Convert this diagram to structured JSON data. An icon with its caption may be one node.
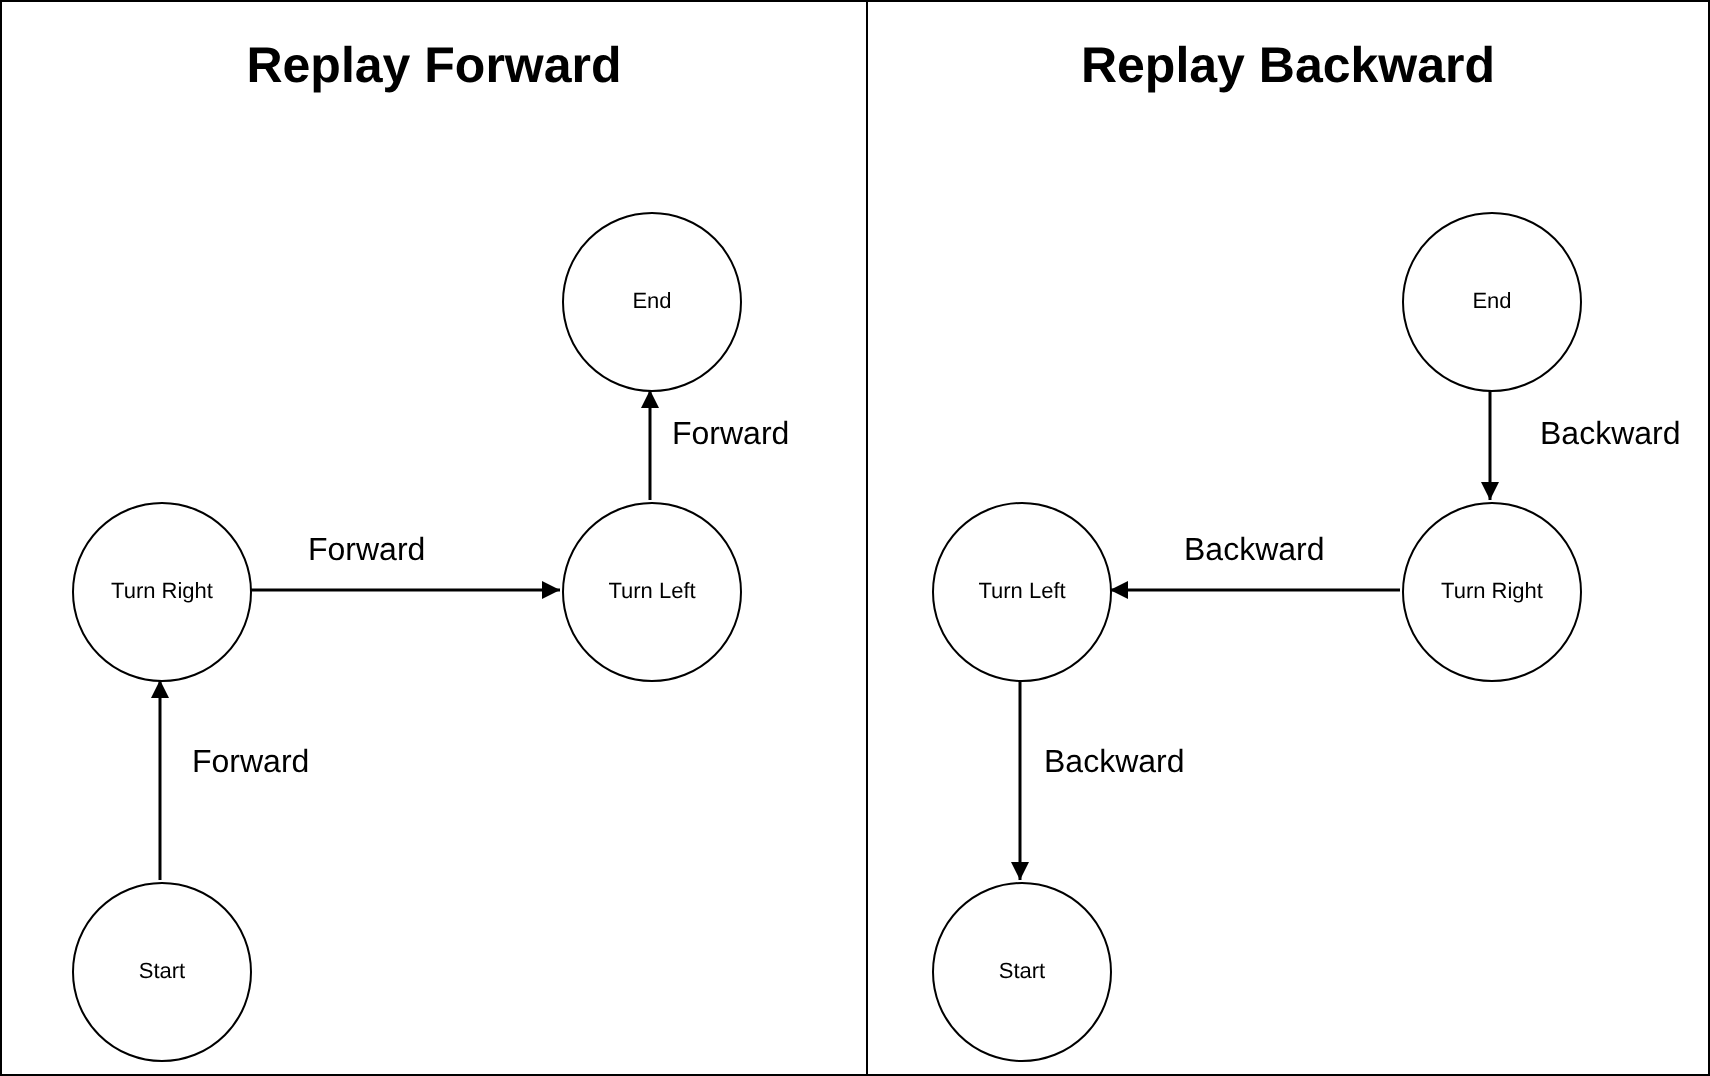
{
  "diagram": {
    "nodes": [
      {
        "text": [
          "Replay Forward"
        ]
      },
      {
        "text": [
          "End"
        ],
        "in": 0
      },
      {
        "text": [
          "Turn Right"
        ],
        "in": 0
      },
      {
        "text": [
          "Turn Left"
        ],
        "in": 0
      },
      {
        "text": [
          "Start"
        ],
        "in": 0
      },
      {
        "text": [
          "Replay Backward"
        ]
      },
      {
        "text": [
          "End"
        ],
        "in": 5
      },
      {
        "text": [
          "Turn Left"
        ],
        "in": 5
      },
      {
        "text": [
          "Turn Right"
        ],
        "in": 5
      },
      {
        "text": [
          "Start"
        ],
        "in": 5
      }
    ],
    "edges": [
      {
        "from": 4,
        "to": 2,
        "arrow": "to",
        "label": "Forward"
      },
      {
        "from": 2,
        "to": 3,
        "arrow": "to",
        "label": "Forward"
      },
      {
        "from": 3,
        "to": 1,
        "arrow": "to",
        "label": "Forward"
      },
      {
        "from": 6,
        "to": 8,
        "arrow": "to",
        "label": "Backward"
      },
      {
        "from": 8,
        "to": 7,
        "arrow": "to",
        "label": "Backward"
      },
      {
        "from": 7,
        "to": 9,
        "arrow": "to",
        "label": "Backward"
      }
    ]
  }
}
